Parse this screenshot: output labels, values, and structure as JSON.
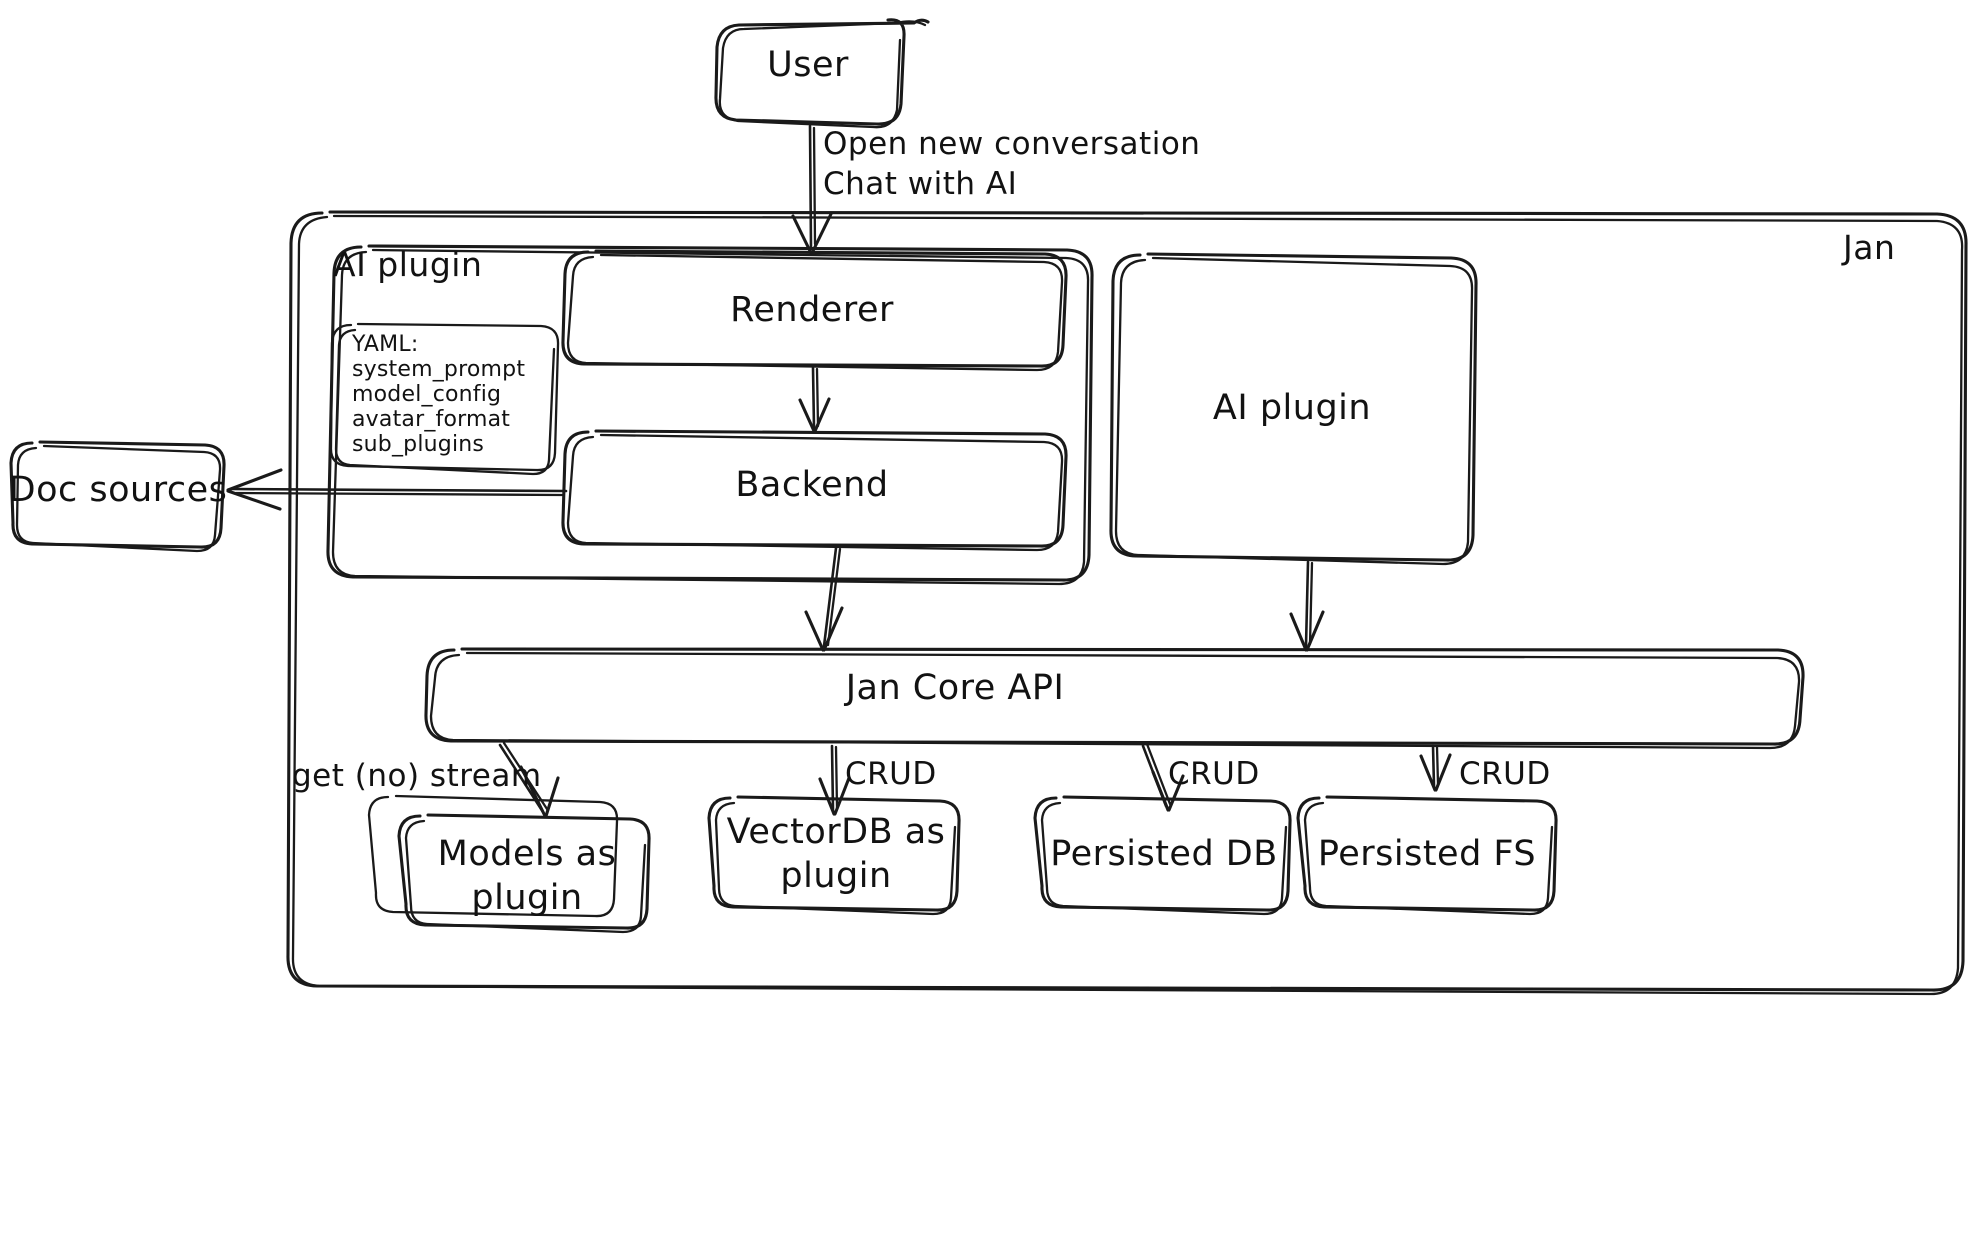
{
  "diagram": {
    "title_label": "Jan",
    "style": "hand-drawn architecture diagram",
    "stroke_color": "#1a1a1a",
    "background_color": "#ffffff"
  },
  "groups": {
    "jan_boundary": {
      "label": "Jan"
    },
    "ai_plugin_boundary": {
      "label": "AI plugin"
    }
  },
  "nodes": {
    "user": {
      "label": "User"
    },
    "renderer": {
      "label": "Renderer"
    },
    "backend": {
      "label": "Backend"
    },
    "ai_plugin_right": {
      "label": "AI plugin"
    },
    "doc_sources": {
      "label": "Doc sources"
    },
    "jan_core_api": {
      "label": "Jan Core API"
    },
    "models_as_plugin": {
      "label_line1": "Models as",
      "label_line2": "plugin"
    },
    "vectordb_as_plugin": {
      "label_line1": "VectorDB as",
      "label_line2": "plugin"
    },
    "persisted_db": {
      "label": "Persisted DB"
    },
    "persisted_fs": {
      "label": "Persisted FS"
    }
  },
  "yaml_box": {
    "heading": "YAML:",
    "keys": [
      "system_prompt",
      "model_config",
      "avatar_format",
      "sub_plugins"
    ]
  },
  "edge_labels": {
    "user_to_renderer_line1": "Open new conversation",
    "user_to_renderer_line2": "Chat with AI",
    "core_to_models": "get (no) stream",
    "core_to_vectordb": "CRUD",
    "core_to_persisted_db": "CRUD",
    "core_to_persisted_fs": "CRUD"
  }
}
